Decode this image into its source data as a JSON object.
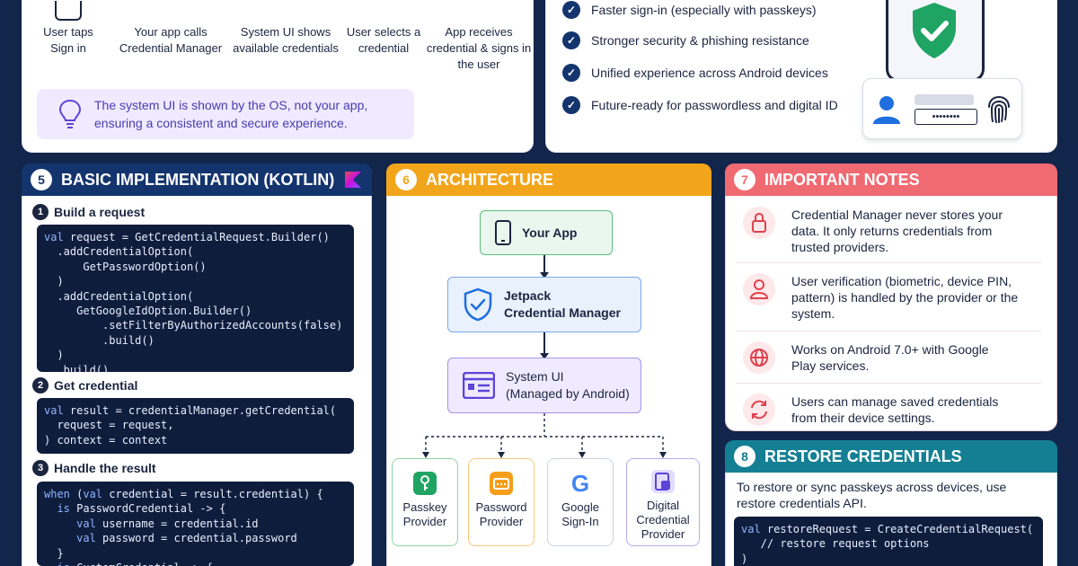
{
  "flow": {
    "steps": [
      {
        "label": "User taps\nSign in"
      },
      {
        "label": "Your app calls\nCredential Manager"
      },
      {
        "label": "System UI shows\navailable credentials"
      },
      {
        "label": "User selects a\ncredential"
      },
      {
        "label": "App receives\ncredential & signs in\nthe user"
      }
    ],
    "info_text": "The system UI is shown by the OS, not your app, ensuring a consistent and secure experience."
  },
  "benefits": {
    "items": [
      "Faster sign-in (especially with passkeys)",
      "Stronger security & phishing resistance",
      "Unified experience across Android devices",
      "Future-ready for passwordless and digital ID"
    ],
    "password_mask": "••••••••"
  },
  "implementation": {
    "number": "5",
    "title": "BASIC IMPLEMENTATION (KOTLIN)",
    "steps": [
      {
        "number": "1",
        "title": "Build a request"
      },
      {
        "number": "2",
        "title": "Get credential"
      },
      {
        "number": "3",
        "title": "Handle the result"
      }
    ]
  },
  "architecture": {
    "number": "6",
    "title": "ARCHITECTURE",
    "your_app": "Your App",
    "jetpack": "Jetpack\nCredential Manager",
    "system_ui": "System UI\n(Managed by Android)",
    "providers": [
      "Passkey\nProvider",
      "Password\nProvider",
      "Google\nSign-In",
      "Digital\nCredential\nProvider"
    ],
    "google_glyph": "G"
  },
  "notes": {
    "number": "7",
    "title": "IMPORTANT NOTES",
    "items": [
      "Credential Manager never stores your data. It only returns credentials from trusted providers.",
      "User verification (biometric, device PIN, pattern) is handled by the provider or the system.",
      "Works on Android 7.0+ with Google Play services.",
      "Users can manage saved credentials from their device settings."
    ]
  },
  "restore": {
    "number": "8",
    "title": "RESTORE CREDENTIALS",
    "text": "To restore or sync passkeys across devices, use restore credentials API."
  },
  "colors": {
    "implementation": "#14346e",
    "architecture": "#f2a51b",
    "notes": "#f06a72",
    "restore": "#147f93"
  }
}
